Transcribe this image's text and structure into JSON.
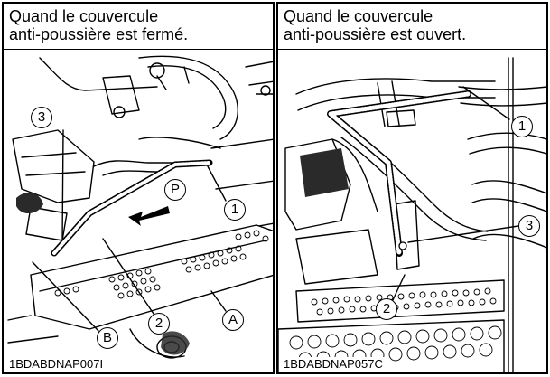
{
  "left_panel": {
    "title_line1": "Quand le couvercule",
    "title_line2": "anti-poussière est fermé.",
    "image_code": "1BDABDNAP007I",
    "callouts": {
      "c1": "1",
      "c2": "2",
      "c3": "3",
      "cA": "A",
      "cB": "B",
      "cP": "P"
    }
  },
  "right_panel": {
    "title_line1": "Quand le couvercule",
    "title_line2": "anti-poussière est ouvert.",
    "image_code": "1BDABDNAP057C",
    "callouts": {
      "c1": "1",
      "c2": "2",
      "c3": "3"
    }
  },
  "colors": {
    "line": "#000000",
    "background": "#ffffff",
    "shade": "#2a2a2a"
  }
}
